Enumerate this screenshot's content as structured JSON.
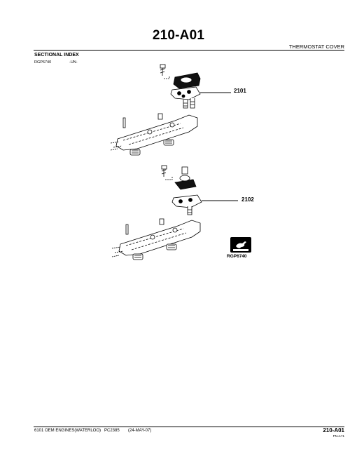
{
  "header": {
    "title": "210-A01",
    "subtitle": "THERMOSTAT COVER"
  },
  "section": {
    "label": "SECTIONAL INDEX",
    "figure_id": "RGP6740",
    "figure_suffix": "-UN-"
  },
  "callouts": {
    "first": "2101",
    "second": "2102"
  },
  "logo": {
    "caption": "RGP6740",
    "brand_text": "JOHN DEERE",
    "color": "#000000"
  },
  "footer": {
    "left": "6101 OEM ENGINES(WATERLOO)",
    "code": "PC2385",
    "date": "(24-MAY-07)",
    "page": "210-A01",
    "page_sub": "PN=171"
  }
}
